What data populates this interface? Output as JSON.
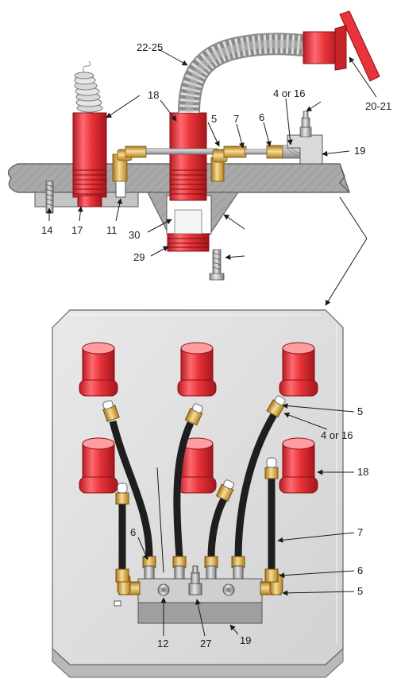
{
  "colors": {
    "red": "#e8343a",
    "red_dark": "#b51b22",
    "red_light": "#ff8a8e",
    "steel": "#9a9a9a",
    "steel_dark": "#6e6e6e",
    "steel_light": "#cfcfcf",
    "plate": "#dedede",
    "hose": "#1e1e1e",
    "brass": "#d7a43b",
    "brass_dark": "#a7741a",
    "brass_light": "#f3d58a"
  },
  "callouts": {
    "c22_25": "22-25",
    "c20_21": "20-21",
    "c18_top": "18",
    "c4_16_top": "4 or 16",
    "c5_top": "5",
    "c7_top": "7",
    "c6_top": "6",
    "c19_top": "19",
    "c14": "14",
    "c17": "17",
    "c11": "11",
    "c30": "30",
    "c29": "29",
    "c5_r1": "5",
    "c4_16_r": "4 or 16",
    "c18_r": "18",
    "c6_left": "6",
    "c7_r": "7",
    "c6_r": "6",
    "c5_r2": "5",
    "c12": "12",
    "c27": "27",
    "c19_bottom": "19"
  }
}
